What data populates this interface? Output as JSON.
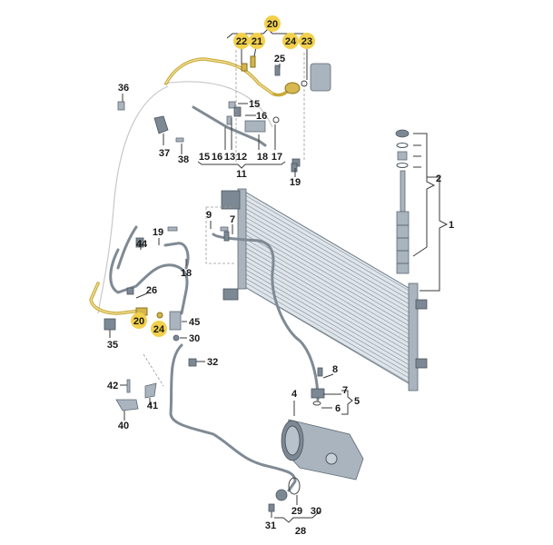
{
  "diagram": {
    "type": "exploded-parts-diagram",
    "subject": "Air conditioning refrigerant circuit: condenser, receiver-dryer, compressor, refrigerant lines",
    "highlight_color": "#f2d04b",
    "line_color": "#3a3a3a",
    "labels": {
      "l1": "1",
      "l2": "2",
      "l4": "4",
      "l5": "5",
      "l6": "6",
      "l7a": "7",
      "l7b": "7",
      "l8": "8",
      "l9": "9",
      "l11": "11",
      "l12": "12",
      "l13": "13",
      "l15a": "15",
      "l15b": "15",
      "l16a": "16",
      "l16b": "16",
      "l17": "17",
      "l18a": "18",
      "l18b": "18",
      "l19a": "19",
      "l19b": "19",
      "l20a": "20",
      "l20b": "20",
      "l21": "21",
      "l22": "22",
      "l23": "23",
      "l24a": "24",
      "l24b": "24",
      "l25": "25",
      "l26": "26",
      "l28": "28",
      "l29": "29",
      "l30a": "30",
      "l30b": "30",
      "l31": "31",
      "l32": "32",
      "l35": "35",
      "l36": "36",
      "l37": "37",
      "l38": "38",
      "l40": "40",
      "l41": "41",
      "l42": "42",
      "l44": "44",
      "l45": "45"
    },
    "highlighted_labels": [
      "20",
      "21",
      "22",
      "23",
      "24"
    ]
  }
}
